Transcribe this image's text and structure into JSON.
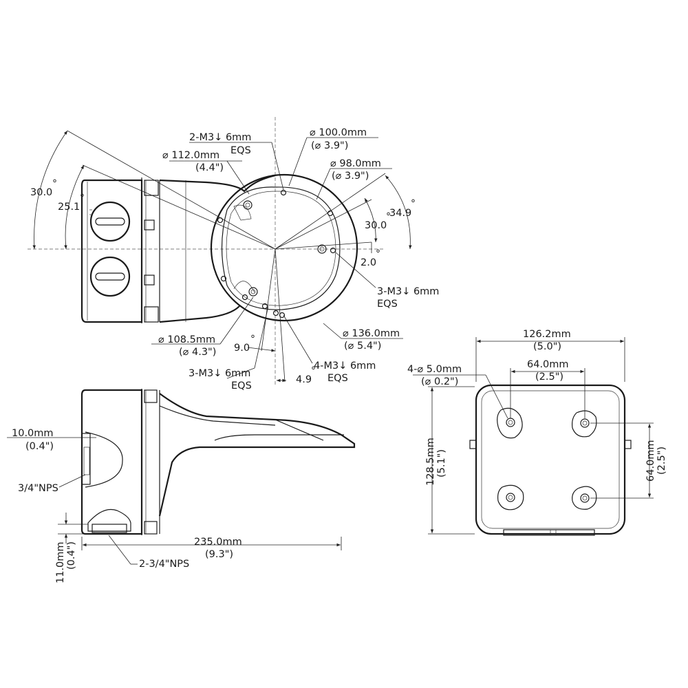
{
  "top_view": {
    "angle_30_left": "30.0",
    "angle_25_1": "25.1",
    "m3_2_line1": "2-M3↓ 6mm",
    "m3_2_line2": "EQS",
    "d112_mm": "⌀ 112.0mm",
    "d112_in": "(4.4\")",
    "d100_mm": "⌀ 100.0mm",
    "d100_in": "(⌀ 3.9\")",
    "d98_mm": "⌀ 98.0mm",
    "d98_in": "(⌀ 3.9\")",
    "angle_30_right": "30.0",
    "angle_34_9": "34.9",
    "angle_2_0": "2.0",
    "m3_3_right_line1": "3-M3↓ 6mm",
    "m3_3_right_line2": "EQS",
    "d136_mm": "⌀ 136.0mm",
    "d136_in": "(⌀ 5.4\")",
    "d108_mm": "⌀ 108.5mm",
    "d108_in": "(⌀ 4.3\")",
    "angle_9_0": "9.0",
    "m3_3_bottom_line1": "3-M3↓ 6mm",
    "m3_3_bottom_line2": "EQS",
    "angle_4_9": "4.9",
    "m3_4_line1": "4-M3↓ 6mm",
    "m3_4_line2": "EQS",
    "degree": "°"
  },
  "side_view": {
    "d10_mm": "10.0mm",
    "d10_in": "(0.4\")",
    "nps_34": "3/4\"NPS",
    "d11_mm": "11.0mm",
    "d11_in": "(0.4\")",
    "d235_mm": "235.0mm",
    "d235_in": "(9.3\")",
    "nps_2_34": "2-3/4\"NPS"
  },
  "back_view": {
    "d126_mm": "126.2mm",
    "d126_in": "(5.0\")",
    "hole_mm": "4-⌀ 5.0mm",
    "hole_in": "(⌀ 0.2\")",
    "d64_top_mm": "64.0mm",
    "d64_top_in": "(2.5\")",
    "d128_mm": "128.5mm",
    "d128_in": "(5.1\")",
    "d64_right_mm": "64.0mm",
    "d64_right_in": "(2.5\")"
  }
}
